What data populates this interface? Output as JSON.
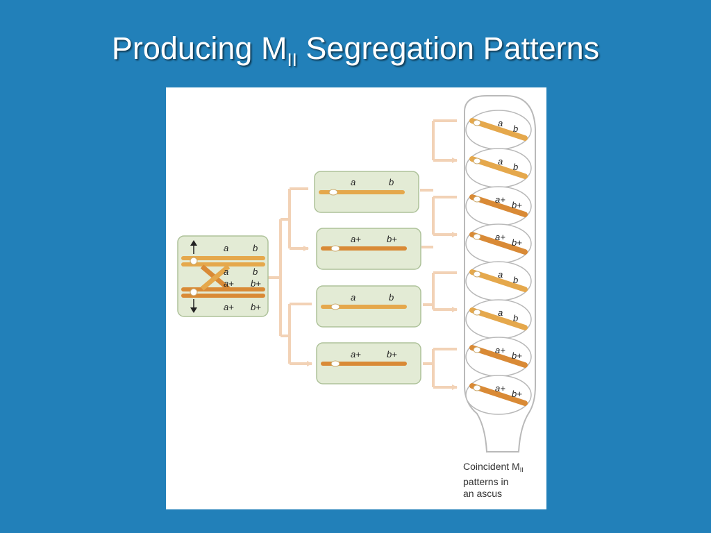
{
  "title": {
    "main": "Producing M",
    "sub": "II",
    "rest": " Segregation Patterns"
  },
  "alleles": {
    "a": "a",
    "b": "b",
    "a_plus": "a+",
    "b_plus": "b+"
  },
  "caption": {
    "line1": "Coincident M",
    "line1_sub": "II",
    "line2": "patterns in",
    "line3": "an ascus"
  },
  "colors": {
    "background": "#2280b9",
    "chromosome": "#e5a84c",
    "chromosome_dark": "#d98a36",
    "box_fill": "#e3ebd5",
    "arrow": "#f2d2b6"
  }
}
